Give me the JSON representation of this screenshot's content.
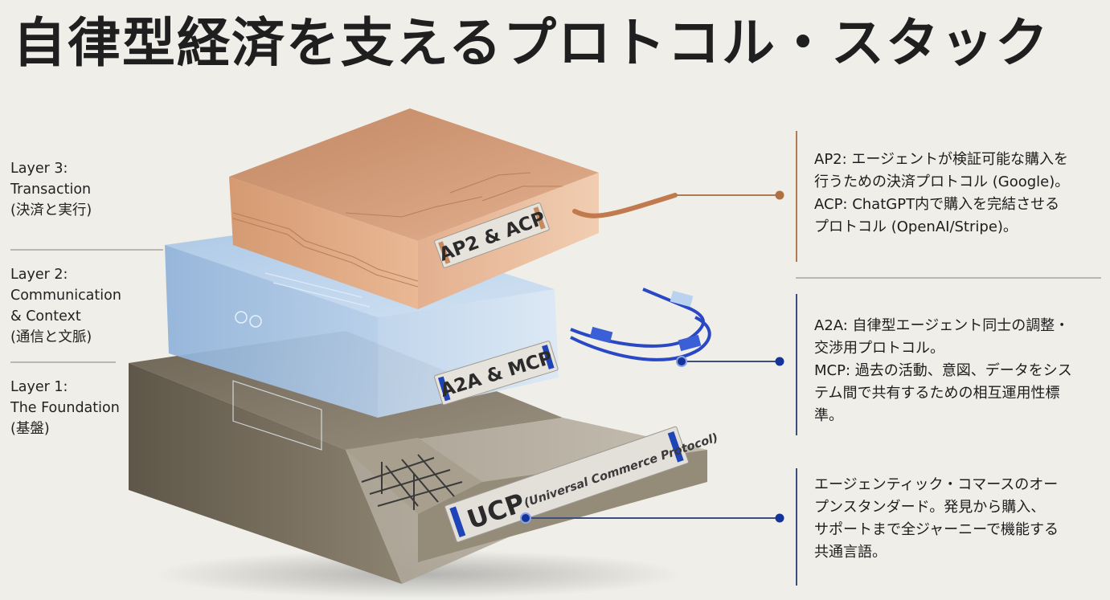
{
  "title": "自律型経済を支えるプロトコル・スタック",
  "colors": {
    "background": "#efeee9",
    "copper": "#c98a5e",
    "glass_blue": "#9cc1e6",
    "concrete": "#8a8070",
    "accent_blue": "#1a3fa8",
    "copper_line": "#b07a52",
    "navy_line": "#3c4f7a"
  },
  "layers": [
    {
      "id": "layer3",
      "label_line1": "Layer 3:",
      "label_line2": "Transaction",
      "label_line3": "(決済と実行)",
      "plate": "AP2 & ACP",
      "description": [
        "AP2: エージェントが検証可能な購入を",
        "行うための決済プロトコル (Google)。",
        "ACP: ChatGPT内で購入を完結させる",
        "プロトコル (OpenAI/Stripe)。"
      ]
    },
    {
      "id": "layer2",
      "label_line1": "Layer 2:",
      "label_line2": "Communication",
      "label_line3": "& Context",
      "label_line4": "(通信と文脈)",
      "plate": "A2A & MCP",
      "description": [
        "A2A: 自律型エージェント同士の調整・",
        "交渉用プロトコル。",
        "MCP: 過去の活動、意図、データをシス",
        "テム間で共有するための相互運用性標",
        "準。"
      ]
    },
    {
      "id": "layer1",
      "label_line1": "Layer 1:",
      "label_line2": "The Foundation",
      "label_line3": "(基盤)",
      "plate_main": "UCP",
      "plate_sub": "(Universal Commerce Protocol)",
      "description": [
        "エージェンティック・コマースのオー",
        "プンスタンダード。発見から購入、",
        "サポートまで全ジャーニーで機能する",
        "共通言語。"
      ]
    }
  ]
}
